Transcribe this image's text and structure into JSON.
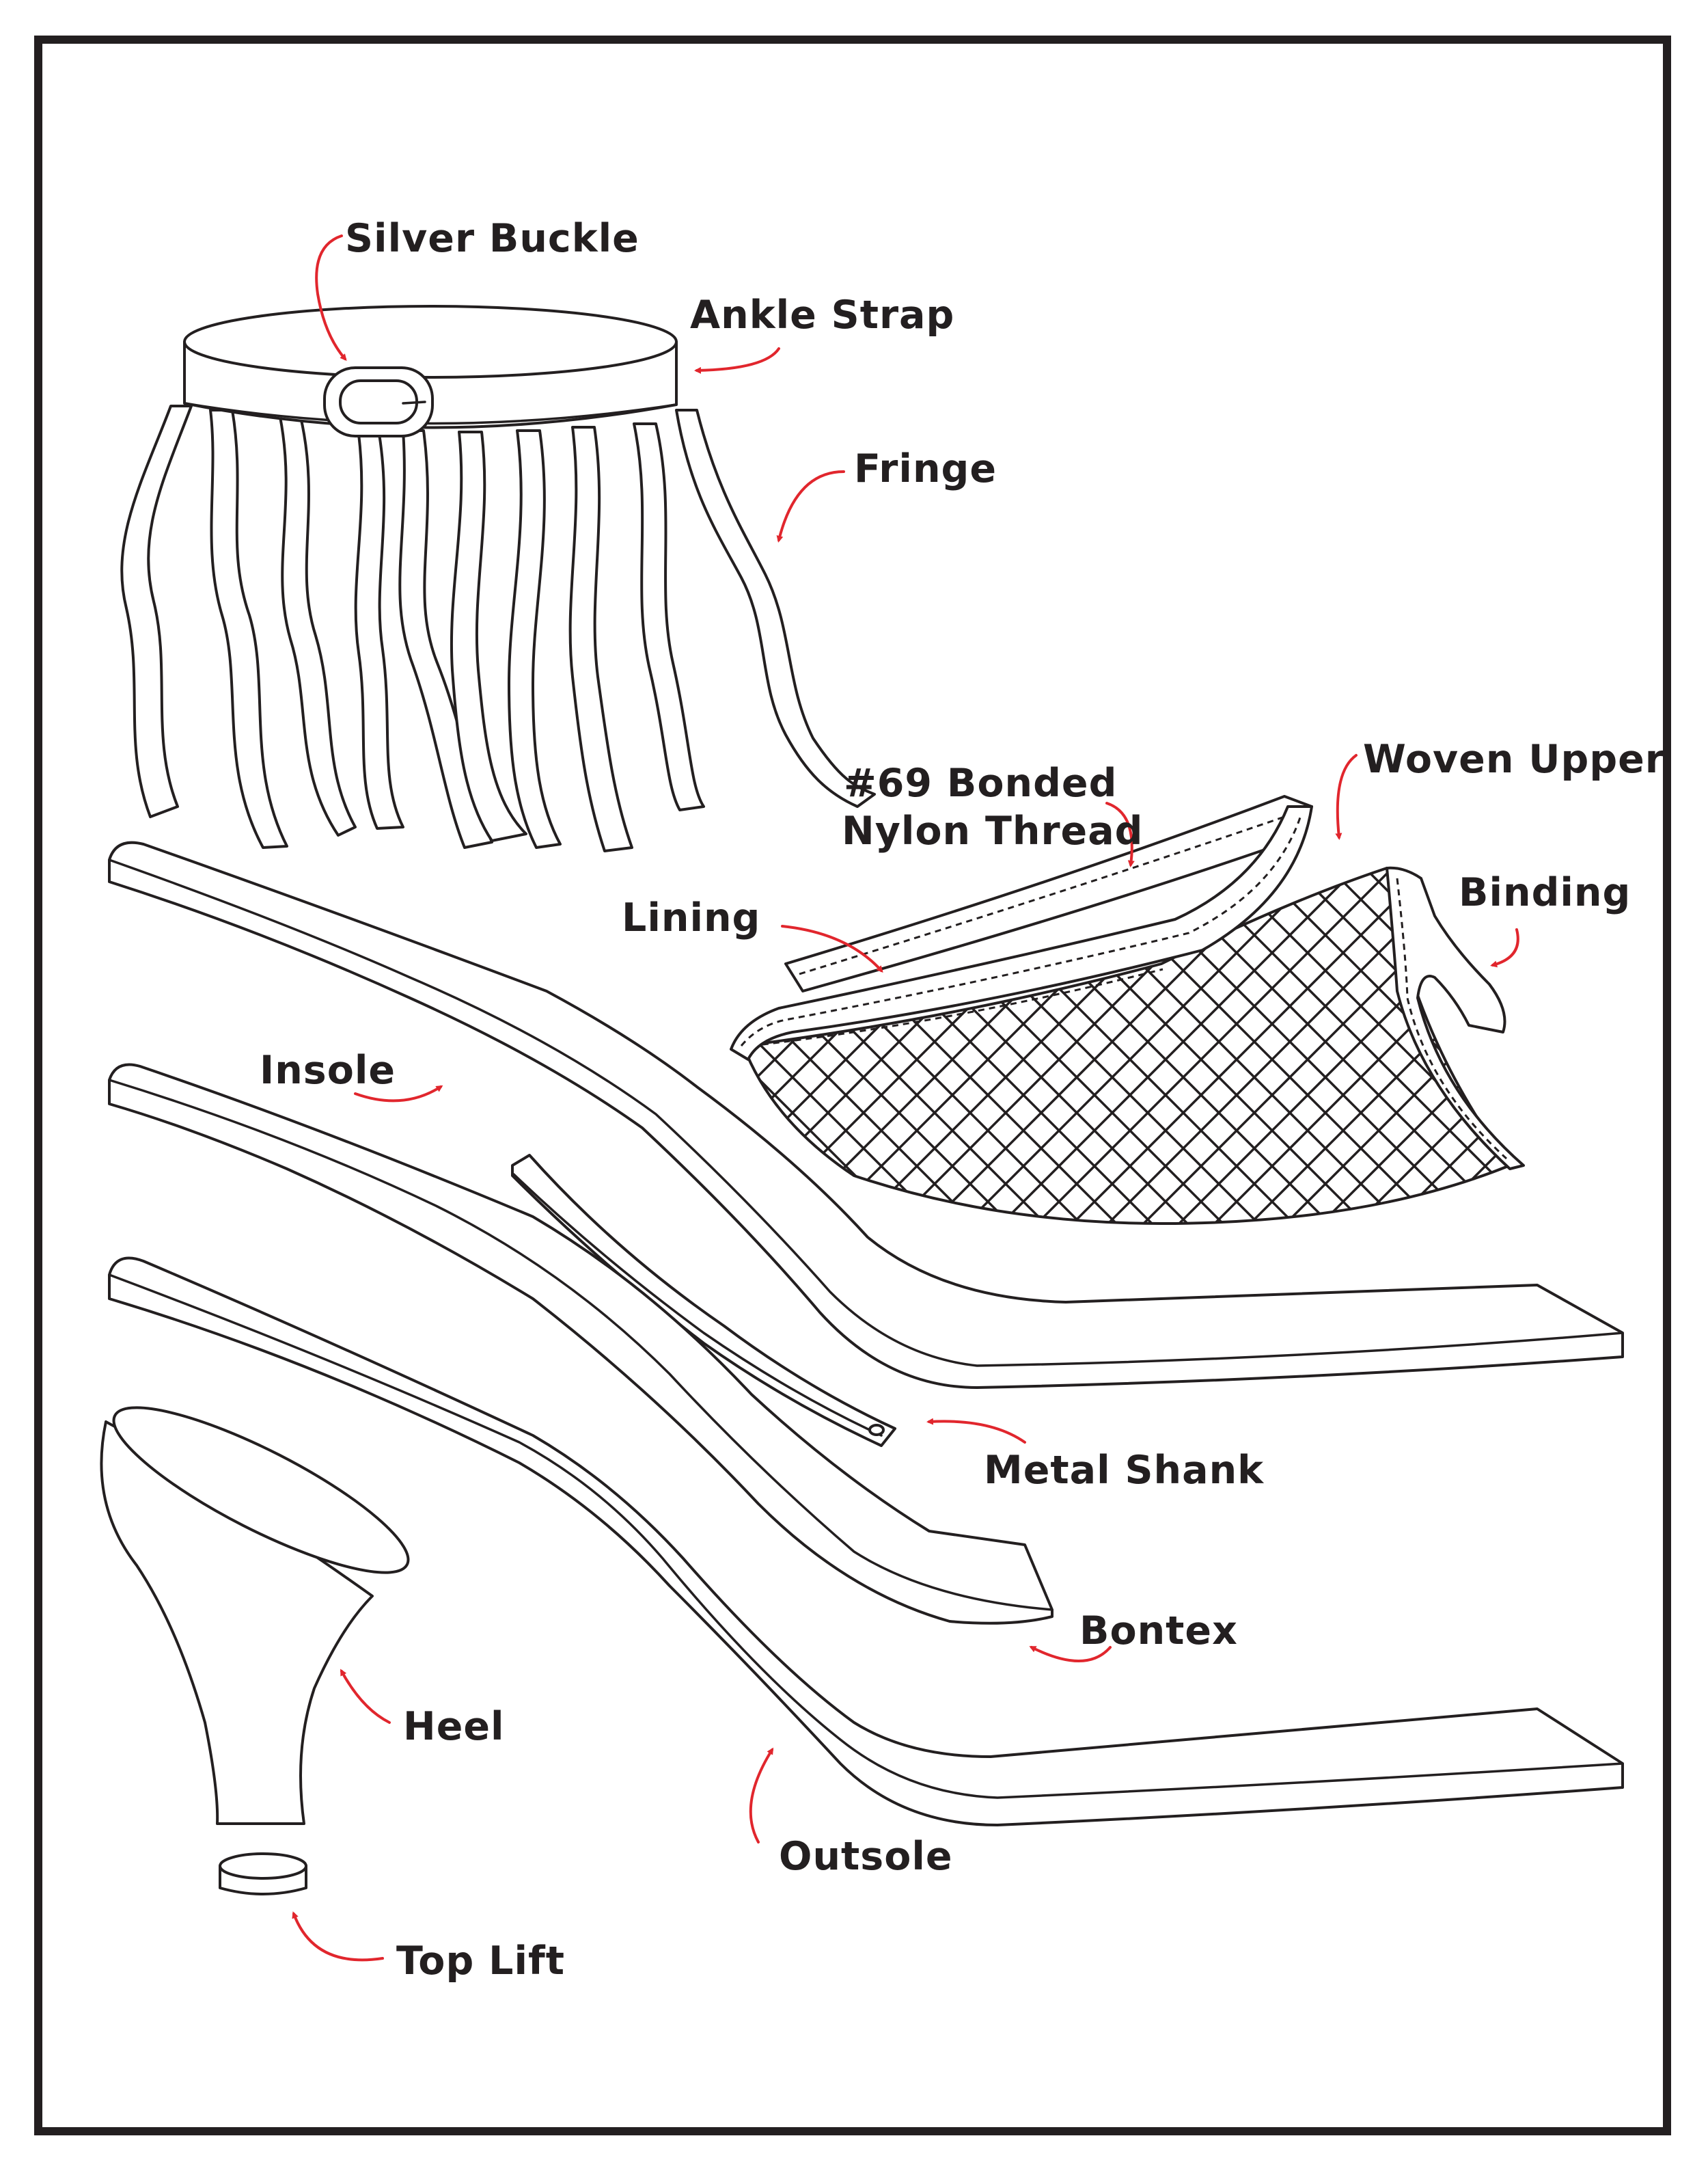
{
  "colors": {
    "line": "#231f20",
    "arrow": "#e1262d",
    "background": "#ffffff"
  },
  "labels": {
    "silver_buckle": "Silver Buckle",
    "ankle_strap": "Ankle Strap",
    "fringe": "Fringe",
    "woven_upper": "Woven Upper",
    "thread_line1": "#69 Bonded",
    "thread_line2": "Nylon Thread",
    "binding": "Binding",
    "lining": "Lining",
    "insole": "Insole",
    "metal_shank": "Metal Shank",
    "bontex": "Bontex",
    "heel": "Heel",
    "outsole": "Outsole",
    "top_lift": "Top Lift"
  }
}
